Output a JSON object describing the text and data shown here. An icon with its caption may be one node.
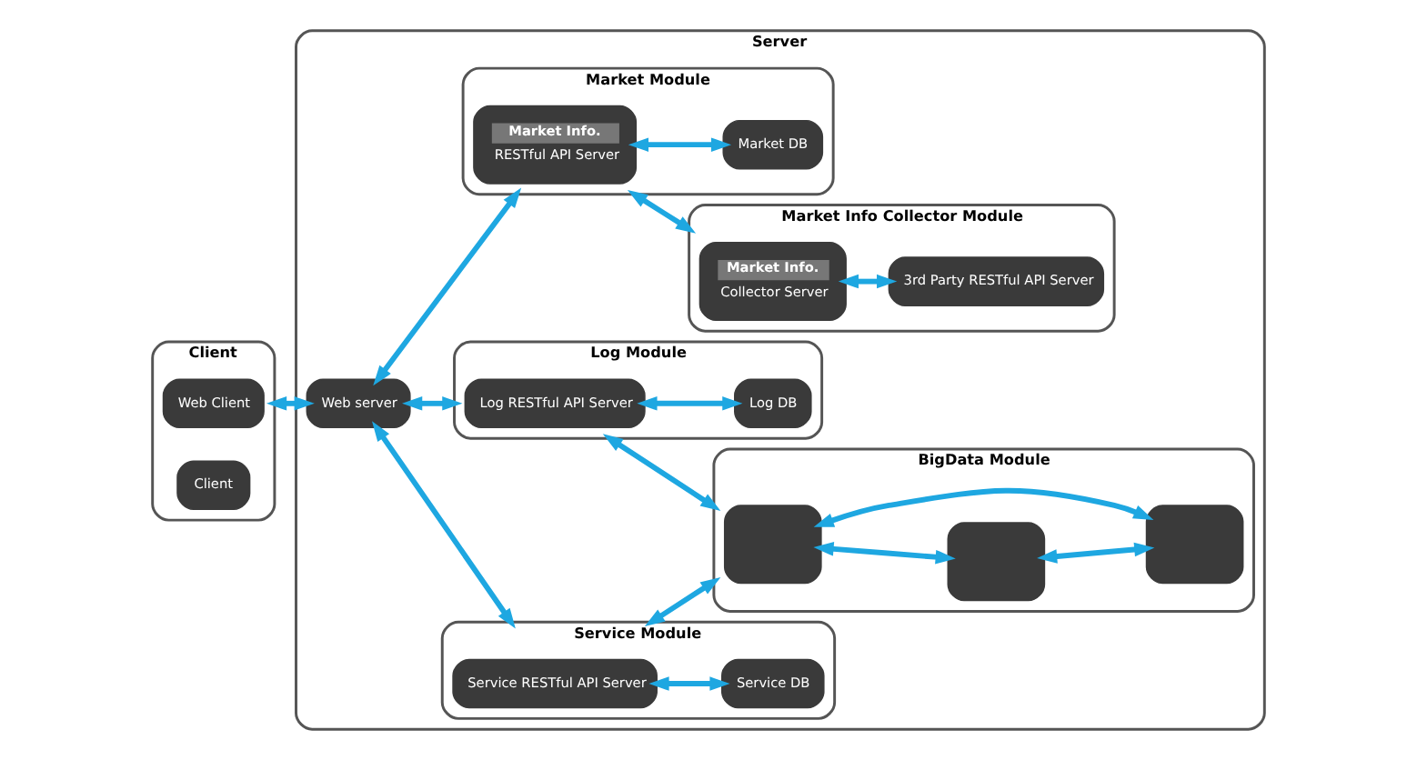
{
  "diagram": {
    "nodes": [
      {
        "text": [
          "Client"
        ]
      },
      {
        "text": [
          "Web Client"
        ],
        "in": 0
      },
      {
        "text": [
          "Client"
        ],
        "in": 0
      },
      {
        "text": [
          "Server"
        ]
      },
      {
        "text": [
          "Web server"
        ],
        "in": 3
      },
      {
        "text": [
          "Service Module"
        ],
        "in": 3
      },
      {
        "text": [
          "Service RESTful API Server"
        ],
        "in": 5
      },
      {
        "text": [
          "Service DB"
        ],
        "in": 5
      },
      {
        "text": [
          "Log Module"
        ],
        "in": 3
      },
      {
        "text": [
          "Log RESTful API Server"
        ],
        "in": 8
      },
      {
        "text": [
          "Log DB"
        ],
        "in": 8
      },
      {
        "text": [
          "Market Module"
        ],
        "in": 3
      },
      {
        "text": [
          "Market Info.",
          "RESTful API Server"
        ],
        "in": 11
      },
      {
        "text": [
          "Market DB"
        ],
        "in": 11
      },
      {
        "text": [
          "BigData Module"
        ],
        "in": 3
      },
      {
        "text": [],
        "shape": "box",
        "in": 14
      },
      {
        "text": [],
        "shape": "box",
        "in": 14
      },
      {
        "text": [],
        "shape": "box",
        "in": 14
      },
      {
        "text": [
          "Market Info Collector Module"
        ],
        "in": 3
      },
      {
        "text": [
          "Market Info.",
          "Collector Server"
        ],
        "in": 18
      },
      {
        "text": [
          "3rd Party RESTful API Server"
        ],
        "in": 18
      }
    ],
    "edges": [
      {
        "from": 0,
        "to": 4,
        "arrow": "both"
      },
      {
        "from": 4,
        "to": 5,
        "arrow": "both"
      },
      {
        "from": 6,
        "to": 7,
        "arrow": "both"
      },
      {
        "from": 5,
        "to": 14,
        "arrow": "both"
      },
      {
        "from": 15,
        "to": 16,
        "arrow": "both"
      },
      {
        "from": 4,
        "to": 8,
        "arrow": "both"
      },
      {
        "from": 9,
        "to": 10,
        "arrow": "both"
      },
      {
        "from": 8,
        "to": 14,
        "arrow": "both"
      },
      {
        "from": 15,
        "to": 17,
        "arrow": "both"
      },
      {
        "from": 16,
        "to": 17,
        "arrow": "both"
      },
      {
        "from": 4,
        "to": 11,
        "arrow": "both"
      },
      {
        "from": 12,
        "to": 13,
        "arrow": "both"
      },
      {
        "from": 11,
        "to": 18,
        "arrow": "both"
      },
      {
        "from": 19,
        "to": 20,
        "arrow": "both"
      }
    ]
  }
}
